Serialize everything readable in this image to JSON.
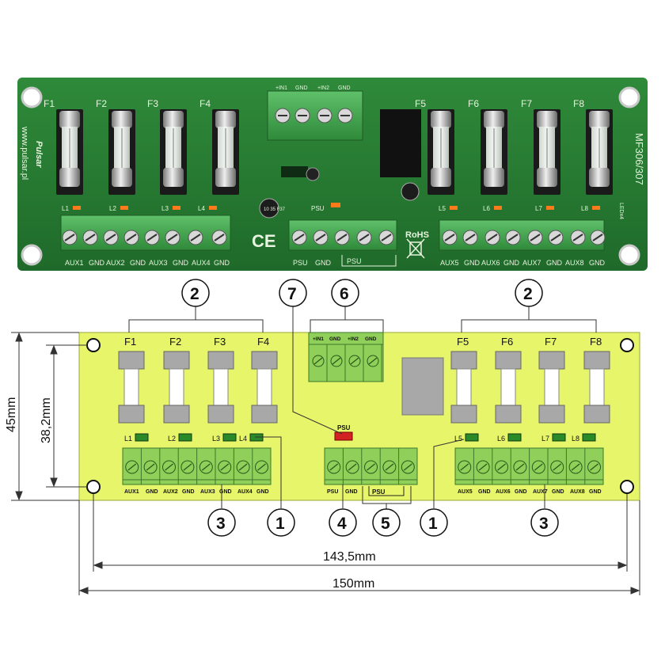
{
  "photo": {
    "fuses_left": [
      "F1",
      "F2",
      "F3",
      "F4"
    ],
    "fuses_right": [
      "F5",
      "F6",
      "F7",
      "F8"
    ],
    "leds_left": [
      "L1",
      "L2",
      "L3",
      "L4"
    ],
    "leds_right": [
      "L5",
      "L6",
      "L7",
      "L8"
    ],
    "in_labels": [
      "+IN1",
      "GND",
      "+IN2",
      "GND"
    ],
    "aux_left": [
      "AUX1",
      "GND",
      "AUX2",
      "GND",
      "AUX3",
      "GND",
      "AUX4",
      "GND"
    ],
    "aux_right": [
      "AUX5",
      "GND",
      "AUX6",
      "GND",
      "AUX7",
      "GND",
      "AUX8",
      "GND"
    ],
    "psu_labels": [
      "PSU",
      "GND"
    ],
    "psu_bracket": "PSU",
    "psu_led": "PSU",
    "model": "MF306/307",
    "brand": "Pulsar",
    "website": "www.pulsar.pl",
    "rohs": "RoHS",
    "ce": "CE",
    "cap_text": "10 35 F37",
    "ledx4": "LEDx4"
  },
  "diagram": {
    "fuses_left": [
      "F1",
      "F2",
      "F3",
      "F4"
    ],
    "fuses_right": [
      "F5",
      "F6",
      "F7",
      "F8"
    ],
    "leds_left": [
      "L1",
      "L2",
      "L3",
      "L4"
    ],
    "leds_right": [
      "L5",
      "L6",
      "L7",
      "L8"
    ],
    "in_labels": [
      "+IN1",
      "GND",
      "+IN2",
      "GND"
    ],
    "aux_left": [
      "AUX1",
      "GND",
      "AUX2",
      "GND",
      "AUX3",
      "GND",
      "AUX4",
      "GND"
    ],
    "aux_right": [
      "AUX5",
      "GND",
      "AUX6",
      "GND",
      "AUX7",
      "GND",
      "AUX8",
      "GND"
    ],
    "psu_labels": [
      "PSU",
      "GND"
    ],
    "psu_bracket": "PSU",
    "psu_led": "PSU",
    "callouts": [
      "2",
      "7",
      "6",
      "2",
      "3",
      "1",
      "4",
      "5",
      "1",
      "3"
    ],
    "dimensions": {
      "height_outer": "45mm",
      "height_inner": "38,2mm",
      "width_inner": "143,5mm",
      "width_outer": "150mm"
    },
    "colors": {
      "board": "#e6f56a",
      "terminal": "#8fcf5a",
      "led_green": "#2a8a2a",
      "led_red": "#d22222",
      "relay": "#a8a8a8"
    }
  }
}
